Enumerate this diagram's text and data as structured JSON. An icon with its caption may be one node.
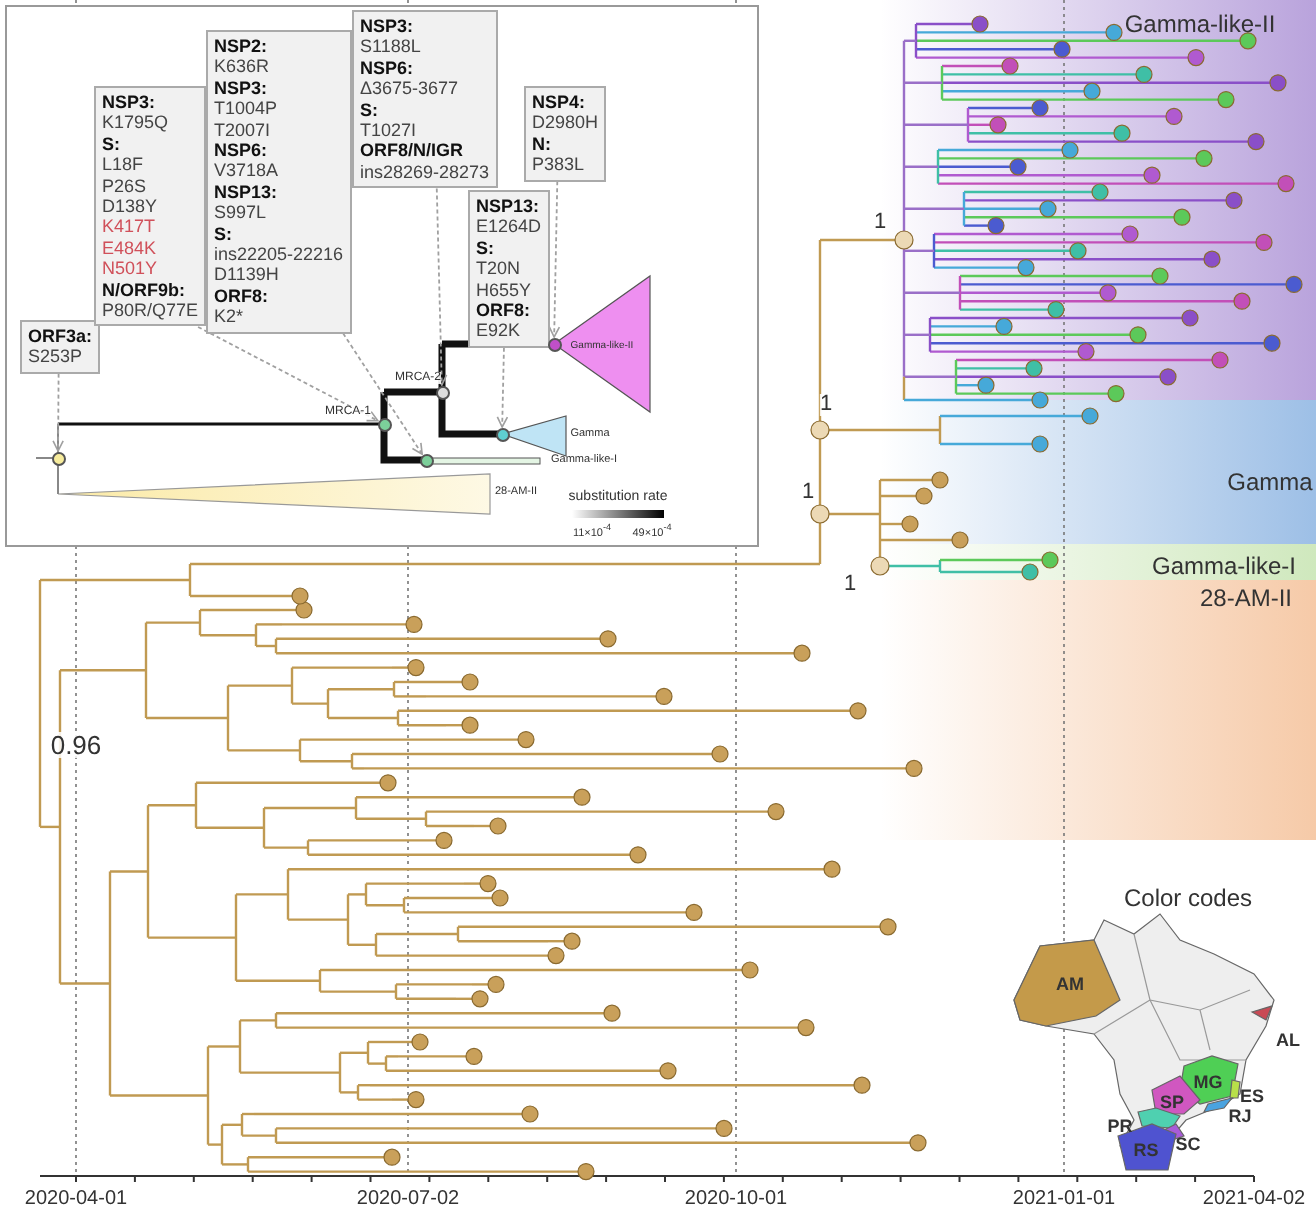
{
  "diagram": {
    "nodes": [
      {
        "text": [
          "**ORF3a:**",
          "S253P"
        ]
      },
      {
        "text": [
          "**NSP3:**",
          "K1795Q",
          "**S:**",
          "L18F",
          "P26S",
          "D138Y",
          "K417T",
          "E484K",
          "N501Y",
          "**N/ORF9b:**",
          "P80R/Q77E"
        ]
      },
      {
        "text": [
          "**NSP2:**",
          "K636R",
          "**NSP3:**",
          "T1004P",
          "T2007I",
          "**NSP6:**",
          "V3718A",
          "**NSP13:**",
          "S997L",
          "**S:**",
          "ins22205-22216",
          "D1139H",
          "**ORF8:**",
          "K2*"
        ]
      },
      {
        "text": [
          "**NSP3:**",
          "S1188L",
          "**NSP6:**",
          "Δ3675-3677",
          "**S:**",
          "T1027I",
          "**ORF8/N/IGR**",
          "ins28269-28273"
        ]
      },
      {
        "text": [
          "**NSP4:**",
          "D2980H",
          "**N:**",
          "P383L"
        ]
      },
      {
        "text": [
          "**NSP13:**",
          "E1264D",
          "**S:**",
          "T20N",
          "H655Y",
          "**ORF8:**",
          "E92K"
        ]
      },
      {
        "text": [],
        "shape": "circle"
      },
      {
        "text": [],
        "shape": "circle"
      },
      {
        "text": [],
        "shape": "circle"
      },
      {
        "text": [],
        "shape": "circle"
      },
      {
        "text": [],
        "shape": "circle"
      },
      {
        "text": [],
        "shape": "circle"
      }
    ],
    "edges": [
      {
        "from": 0,
        "to": 6,
        "arrow": "to",
        "style": "dashed"
      },
      {
        "from": 1,
        "to": 7,
        "arrow": "to",
        "style": "dashed"
      },
      {
        "from": 2,
        "to": 9,
        "arrow": "to",
        "style": "dashed"
      },
      {
        "from": 3,
        "to": 8,
        "arrow": "to",
        "style": "dashed"
      },
      {
        "from": 4,
        "to": 11,
        "arrow": "to",
        "style": "dashed"
      },
      {
        "from": 5,
        "to": 10,
        "arrow": "to",
        "style": "dashed"
      }
    ],
    "labels": [
      "MRCA-1",
      "MRCA-2",
      "Gamma-like-II",
      "Gamma",
      "Gamma-like-I",
      "28-AM-II",
      "substitution rate",
      "11×10$^{-4}$",
      "49×10$^{-4}$",
      "Gamma-like-II",
      "1",
      "1",
      "Gamma",
      "1",
      "1",
      "Gamma-like-I",
      "28-AM-II",
      "0.96",
      "Color codes",
      "AM",
      "AL",
      "MG",
      "ES",
      "SP",
      "RJ",
      "PR",
      "SC",
      "RS",
      "2020-04-01",
      "2020-07-02",
      "2020-10-01",
      "2021-01-01",
      "2021-04-02"
    ]
  }
}
